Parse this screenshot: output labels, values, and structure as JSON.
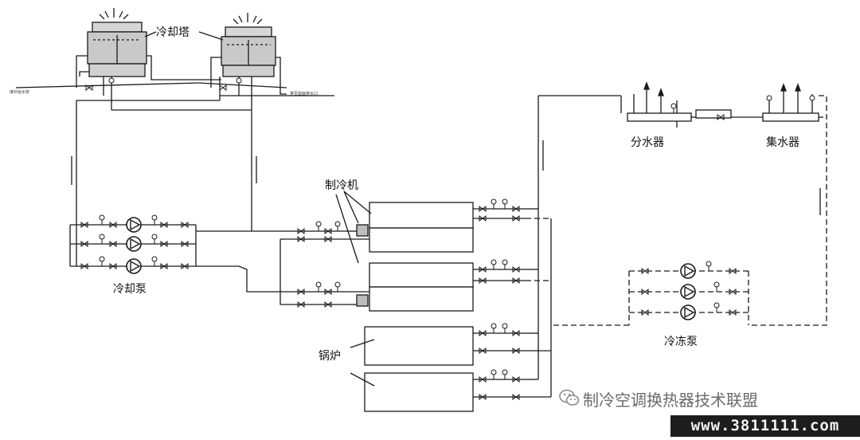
{
  "labels": {
    "cooling_tower": "冷却塔",
    "makeup_water": "接补给水管",
    "roof_drain": "排至屋面排水口",
    "chiller": "制冷机",
    "cooling_pump": "冷却泵",
    "boiler": "锅炉",
    "supply_header": "分水器",
    "return_header": "集水器",
    "chilled_pump": "冷冻泵"
  },
  "watermark": {
    "text": "制冷空调换热器技术联盟",
    "site": "www.3811111.com"
  },
  "colors": {
    "line": "#1a1a1a",
    "tower_fill": "#c9c9c9",
    "watermark_bar": "#1d1d1d"
  }
}
